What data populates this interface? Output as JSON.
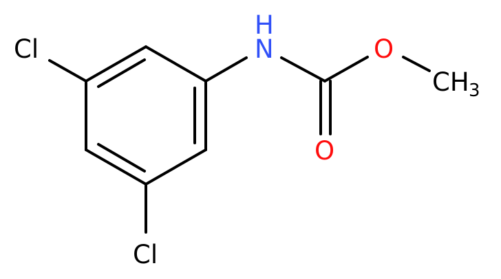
{
  "molecule": {
    "atoms": {
      "cl_top": {
        "element": "Cl",
        "color": "#000000"
      },
      "cl_bottom": {
        "element": "Cl",
        "color": "#000000"
      },
      "nitrogen": {
        "element": "N",
        "hydrogen": "H",
        "color": "#3050F8"
      },
      "oxygen_ester": {
        "element": "O",
        "color": "#FF0D0D"
      },
      "oxygen_carbonyl": {
        "element": "O",
        "color": "#FF0D0D"
      },
      "methyl": {
        "element": "CH",
        "subscript": "3",
        "color": "#000000"
      }
    }
  }
}
